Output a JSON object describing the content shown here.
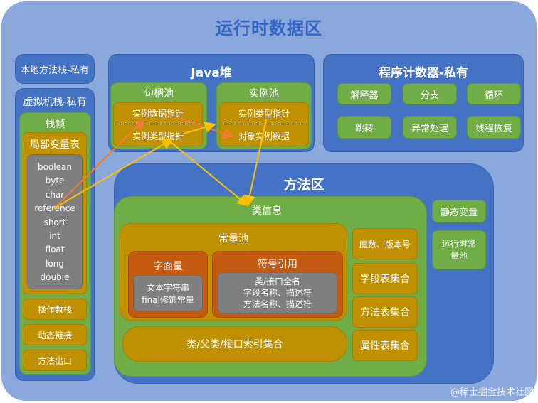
{
  "title": "运行时数据区",
  "native_stack": "本地方法栈-私有",
  "vm_stack": {
    "title": "虚拟机栈-私有",
    "frame": "栈帧",
    "local_vars": {
      "title": "局部变量表",
      "types": [
        "boolean",
        "byte",
        "char",
        "reference",
        "short",
        "int",
        "float",
        "long",
        "double"
      ]
    },
    "operand_stack": "操作数栈",
    "dynamic_link": "动态链接",
    "return_address": "方法出口"
  },
  "heap": {
    "title": "Java堆",
    "handle_pool": {
      "title": "句柄池",
      "item1": "实例数据指针",
      "item2": "实例类型指针",
      "divider": "----------------------"
    },
    "instance_pool": {
      "title": "实例池",
      "item1": "实例类型指针",
      "item2": "对象实例数据",
      "divider": "----------------------"
    }
  },
  "pc_register": {
    "title": "程序计数器-私有",
    "items": [
      "解释器",
      "分支",
      "循环",
      "跳转",
      "异常处理",
      "线程恢复"
    ]
  },
  "method_area": {
    "title": "方法区",
    "class_info": {
      "title": "类信息",
      "constant_pool": {
        "title": "常量池",
        "literal": {
          "title": "字面量",
          "content": [
            "文本字符串",
            "final修饰常量"
          ]
        },
        "symbolic_ref": {
          "title": "符号引用",
          "content": [
            "类/接口全名",
            "字段名称、描述符",
            "方法名称、描述符"
          ]
        }
      },
      "index_set": "类/父类/接口索引集合",
      "side": [
        "魔数、版本号",
        "字段表集合",
        "方法表集合",
        "属性表集合"
      ]
    },
    "static_vars": "静态变量",
    "runtime_constant_pool": [
      "运行时常",
      "量池"
    ]
  },
  "watermark": "@稀土掘金技术社区",
  "colors": {
    "background": "#8aa8dc",
    "region": "#4472c4",
    "group": "#70ad47",
    "item": "#bf9000",
    "orange": "#c55a11",
    "grey": "#7f7f7f",
    "arrow_reference": "#ed7d31",
    "arrow_handle": "#ffc000"
  }
}
